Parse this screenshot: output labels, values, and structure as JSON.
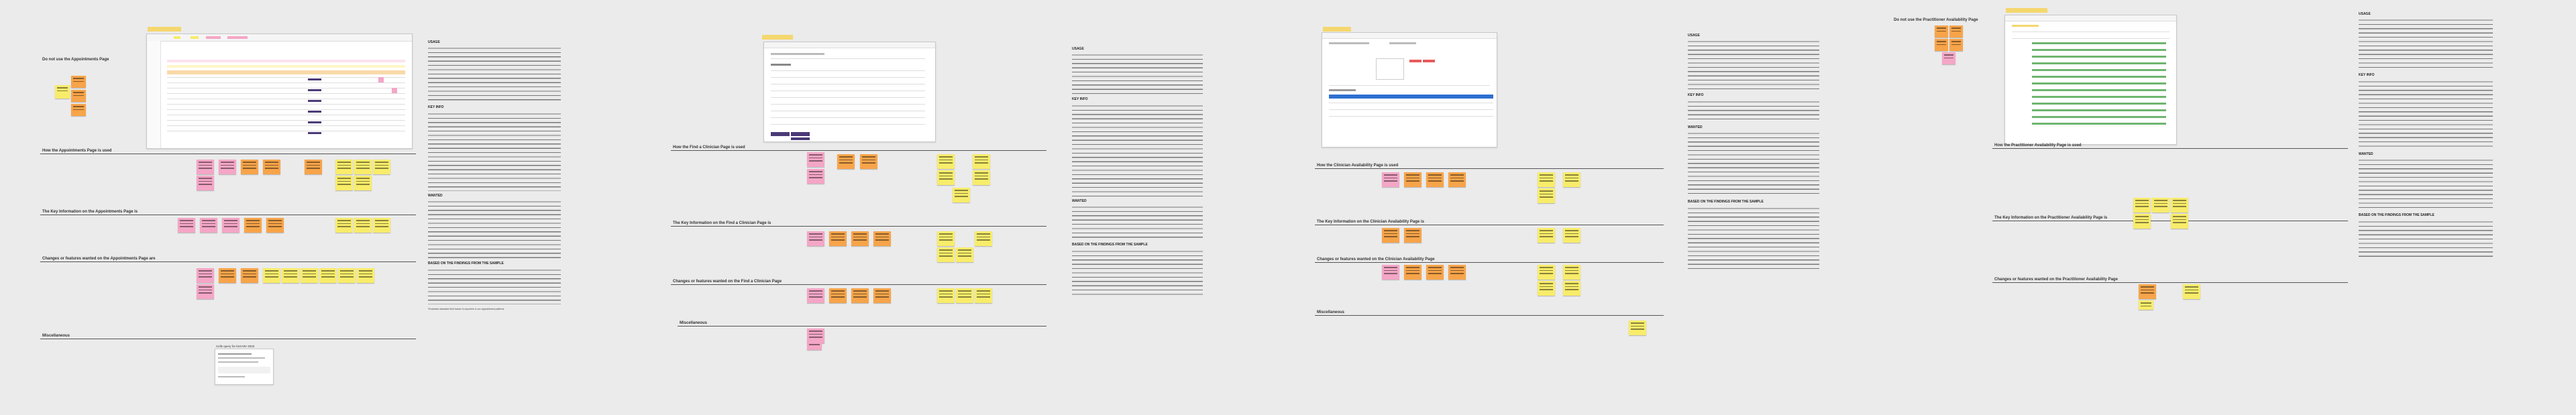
{
  "colors": {
    "background": "#ebebeb",
    "pink": "#f4a6c6",
    "orange": "#f7a44a",
    "yellow": "#f8ec6a",
    "tag_yellow": "#f5d76e",
    "purple_bar": "#4b3a78",
    "green_bar": "#6fb56f",
    "blue_bar": "#2d6fd1",
    "rule": "#555555"
  },
  "sections": [
    {
      "id": "appointments",
      "title_left": "Do not use the Appointments Page",
      "rows": [
        "How the Appointments Page is used",
        "The Key Information on the Appointments Page is",
        "Changes or features wanted on the Appointments Page are",
        "Miscellaneous"
      ],
      "caption": "Cells query for Kiet MV 2023",
      "notes": {
        "headings": [
          "USAGE",
          "KEY INFO",
          "WANTED",
          "BASED ON THE FINDINGS FROM THE SAMPLE"
        ],
        "footer": "*Excluded standard field trainer & reporters in our appointment patterns"
      }
    },
    {
      "id": "find_clinician",
      "title_left": "",
      "rows": [
        "How the Find a Clinician Page is used",
        "The Key Information on the Find a Clinician Page is",
        "Changes or features wanted on the Find a Clinician Page",
        "Miscellaneous"
      ],
      "notes": {
        "headings": [
          "USAGE",
          "KEY INFO",
          "WANTED",
          "BASED ON THE FINDINGS FROM THE SAMPLE"
        ]
      }
    },
    {
      "id": "clinician_availability",
      "title_left": "",
      "rows": [
        "How the Clinician Availability Page is used",
        "The Key Information on the Clinician Availability Page is",
        "Changes or features wanted on the Clinician Availability Page",
        "Miscellaneous"
      ],
      "notes": {
        "headings": [
          "USAGE",
          "KEY INFO",
          "WANTED",
          "BASED ON THE FINDINGS FROM THE SAMPLE"
        ]
      }
    },
    {
      "id": "practitioner_availability",
      "title_left": "Do not use the Practitioner Availability Page",
      "rows": [
        "How the Practitioner Availability Page is used",
        "The Key Information on the Practitioner Availability Page is",
        "Changes or features wanted on the Practitioner Availability Page"
      ],
      "notes": {
        "headings": [
          "USAGE",
          "KEY INFO",
          "WANTED",
          "BASED ON THE FINDINGS FROM THE SAMPLE"
        ]
      }
    }
  ]
}
